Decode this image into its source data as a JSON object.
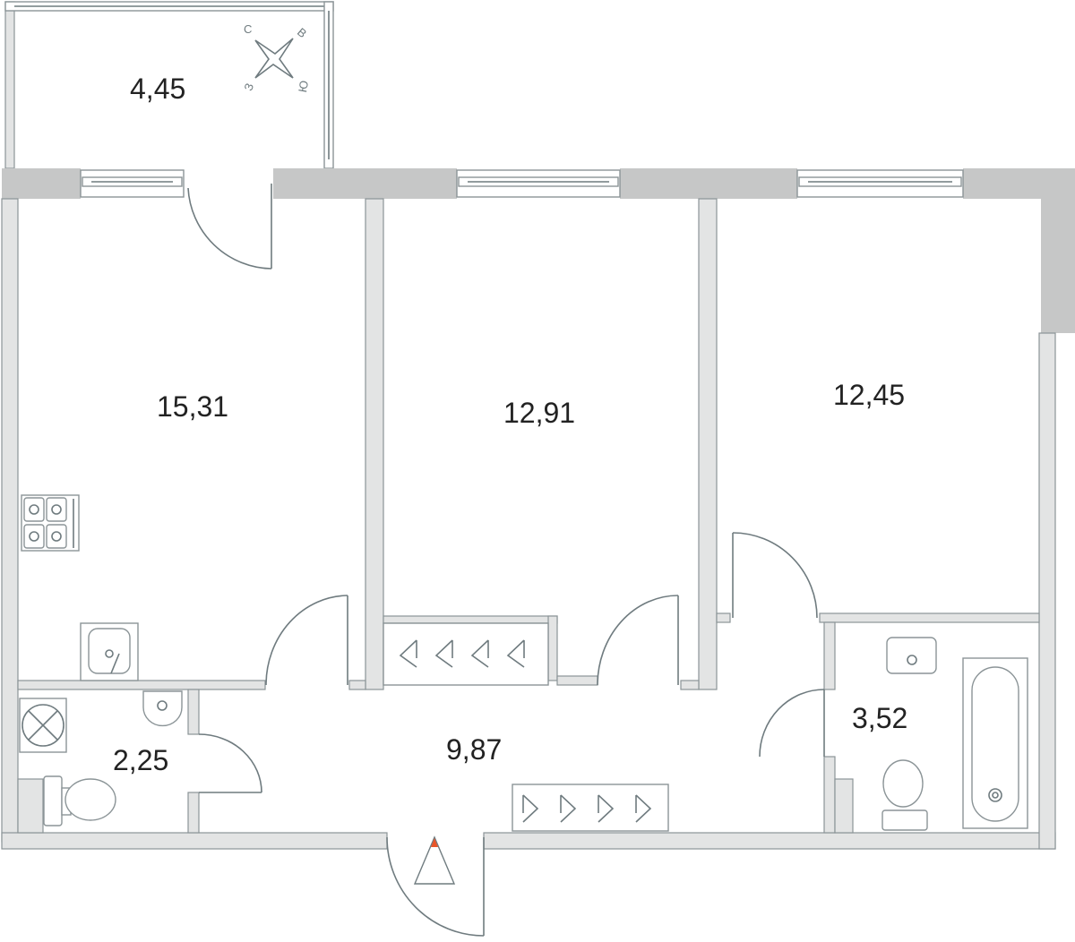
{
  "plan": {
    "rooms": [
      {
        "id": "balcony",
        "area": "4,45"
      },
      {
        "id": "kitchen-living",
        "area": "15,31"
      },
      {
        "id": "bedroom-1",
        "area": "12,91"
      },
      {
        "id": "bedroom-2",
        "area": "12,45"
      },
      {
        "id": "wc",
        "area": "2,25"
      },
      {
        "id": "hall",
        "area": "9,87"
      },
      {
        "id": "bathroom",
        "area": "3,52"
      }
    ],
    "compass": {
      "north": "С",
      "east": "В",
      "south": "Ю",
      "west": "З"
    },
    "entrance_marker_color": "#e8562a"
  }
}
